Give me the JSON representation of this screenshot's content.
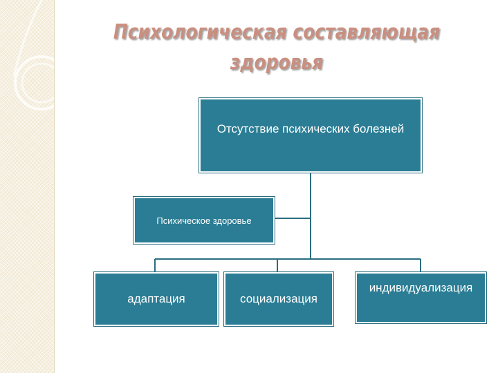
{
  "title": "Психологическая составляющая здоровья",
  "diagram": {
    "root": "Отсутствие психических болезней",
    "side": "Психическое здоровье",
    "children": [
      "адаптация",
      "социализация",
      "индивидуализация"
    ]
  },
  "colors": {
    "box_fill": "#2a7d94",
    "connector": "#2a6d80",
    "title": "#c98f80",
    "background_strip": "#f2ead6"
  }
}
